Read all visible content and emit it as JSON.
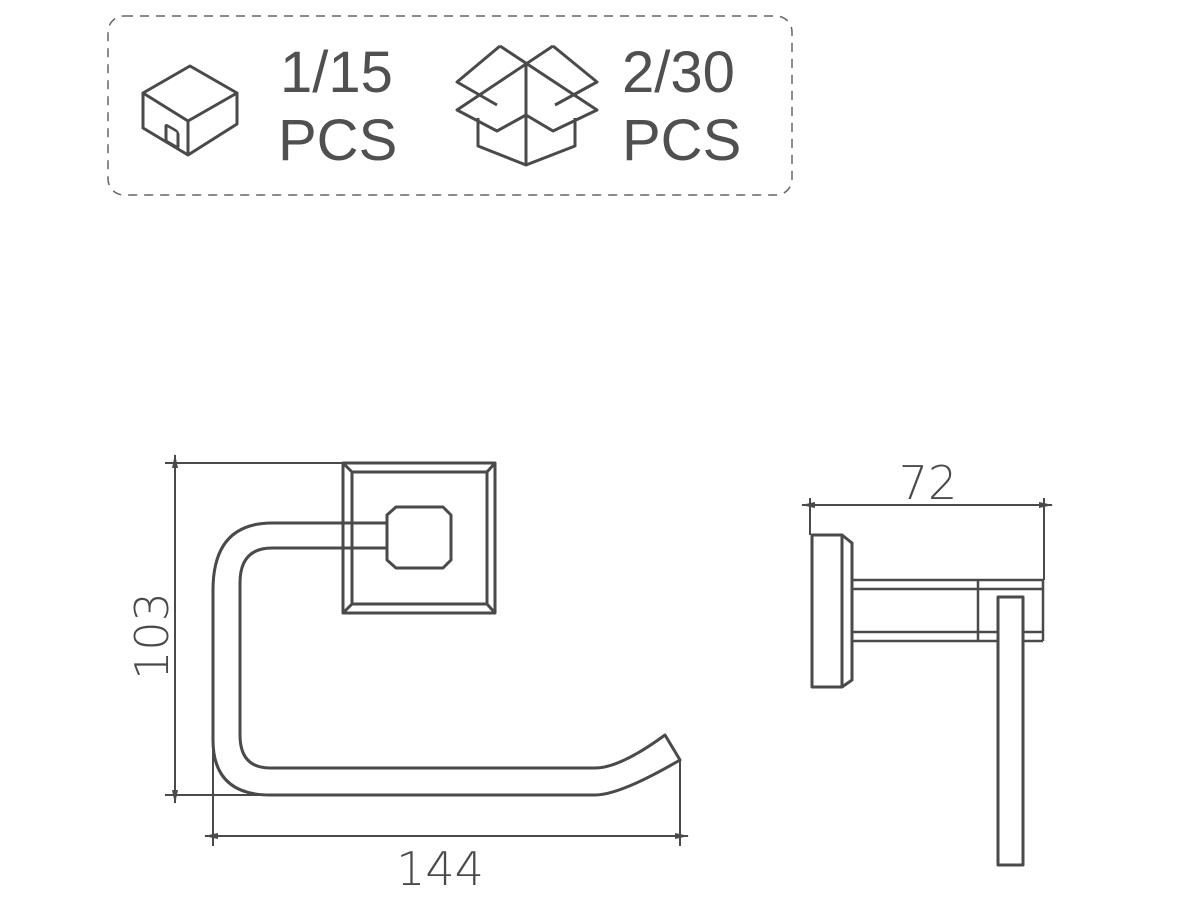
{
  "packaging": {
    "inner_box": {
      "icon": "small-box-icon",
      "count": "1/15",
      "unit": "PCS"
    },
    "carton": {
      "icon": "open-carton-icon",
      "count": "2/30",
      "unit": "PCS"
    }
  },
  "dimensions": {
    "height": "103",
    "width": "144",
    "depth": "72"
  },
  "colors": {
    "line": "#4a4a4a",
    "text": "#505050"
  }
}
